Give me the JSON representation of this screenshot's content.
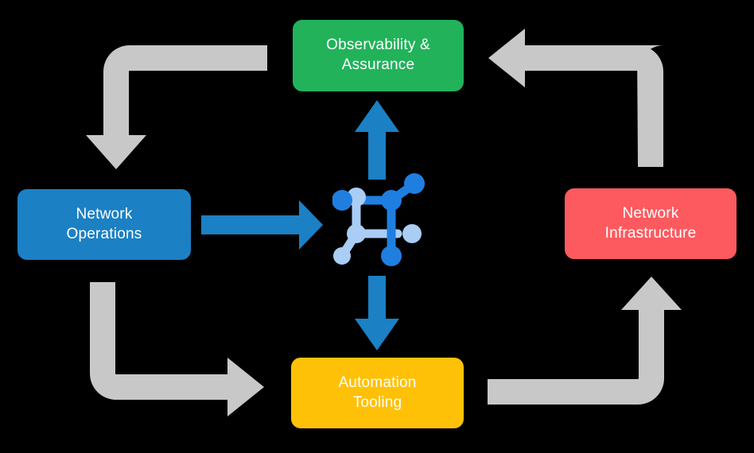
{
  "diagram": {
    "title": "Network automation lifecycle cycle diagram",
    "background_color": "#000000",
    "nodes": [
      {
        "id": "observability",
        "label": "Observability &\nAssurance",
        "color": "#22b25a",
        "text_color": "#ffffff",
        "position": "top"
      },
      {
        "id": "network-operations",
        "label": "Network\nOperations",
        "color": "#1b80c4",
        "text_color": "#ffffff",
        "position": "left"
      },
      {
        "id": "network-infrastructure",
        "label": "Network\nInfrastructure",
        "color": "#fc5a5f",
        "text_color": "#ffffff",
        "position": "right"
      },
      {
        "id": "automation-tooling",
        "label": "Automation\nTooling",
        "color": "#ffc107",
        "text_color": "#ffffff",
        "position": "bottom"
      }
    ],
    "center_icon": {
      "name": "network-topology-icon",
      "primary_color": "#1f7fe0",
      "secondary_color": "#a9cdf5"
    },
    "connectors": {
      "blue_color": "#1b80c4",
      "gray_color": "#c8c8c8",
      "blue_arrows": [
        {
          "id": "ops-to-center",
          "direction": "right",
          "from": "network-operations",
          "to": "center-icon"
        },
        {
          "id": "center-to-observability",
          "direction": "up",
          "from": "center-icon",
          "to": "observability"
        },
        {
          "id": "center-to-automation",
          "direction": "down",
          "from": "center-icon",
          "to": "automation-tooling"
        }
      ],
      "gray_arrows": [
        {
          "id": "observability-to-operations",
          "corner": "top-left",
          "direction": "down",
          "from": "observability",
          "to": "network-operations"
        },
        {
          "id": "infrastructure-to-observability",
          "corner": "top-right",
          "direction": "left",
          "from": "network-infrastructure",
          "to": "observability"
        },
        {
          "id": "operations-to-automation",
          "corner": "bottom-left",
          "direction": "right",
          "from": "network-operations",
          "to": "automation-tooling"
        },
        {
          "id": "automation-to-infrastructure",
          "corner": "bottom-right",
          "direction": "up",
          "from": "automation-tooling",
          "to": "network-infrastructure"
        }
      ]
    }
  }
}
